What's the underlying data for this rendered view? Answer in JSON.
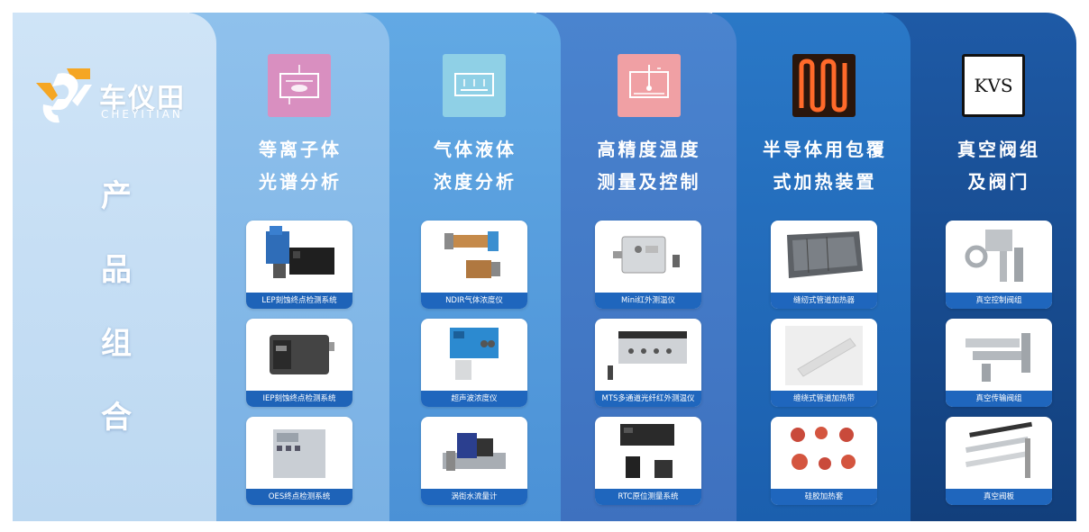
{
  "brand": {
    "name_cn": "车仪田",
    "name_en": "CHEYITIAN"
  },
  "vertical_title": [
    "产",
    "品",
    "组",
    "合"
  ],
  "colors": {
    "accent_orange": "#f5a623",
    "caption_blue": "#1e63b8"
  },
  "categories": [
    {
      "title_line1": "等离子体",
      "title_line2": "光谱分析",
      "icon": "plasma-chamber-icon",
      "products": [
        {
          "label": "LEP刻蚀终点检测系统",
          "image": "lep-system-image"
        },
        {
          "label": "IEP刻蚀终点检测系统",
          "image": "iep-system-image"
        },
        {
          "label": "OES终点检测系统",
          "image": "oes-system-image"
        }
      ]
    },
    {
      "title_line1": "气体液体",
      "title_line2": "浓度分析",
      "icon": "gas-cell-icon",
      "products": [
        {
          "label": "NDIR气体浓度仪",
          "image": "ndir-sensor-image"
        },
        {
          "label": "超声波浓度仪",
          "image": "ultrasonic-meter-image"
        },
        {
          "label": "涡街水流量计",
          "image": "vortex-flowmeter-image"
        }
      ]
    },
    {
      "title_line1": "高精度温度",
      "title_line2": "测量及控制",
      "icon": "thermometer-chamber-icon",
      "products": [
        {
          "label": "Mini红外测温仪",
          "image": "mini-ir-thermometer-image"
        },
        {
          "label": "MTS多通道光纤红外测温仪",
          "image": "mts-multichannel-image"
        },
        {
          "label": "RTC原位测量系统",
          "image": "rtc-system-image"
        }
      ]
    },
    {
      "title_line1": "半导体用包覆",
      "title_line2": "式加热装置",
      "icon": "heating-coil-icon",
      "products": [
        {
          "label": "缝纫式管道加热器",
          "image": "jacket-heater-image"
        },
        {
          "label": "缠绕式管道加热带",
          "image": "heating-tape-image"
        },
        {
          "label": "硅胶加热套",
          "image": "silicone-heater-image"
        }
      ]
    },
    {
      "title_line1": "真空阀组",
      "title_line2": "及阀门",
      "icon": "kvs-logo-icon",
      "icon_text": "KVS",
      "products": [
        {
          "label": "真空控制阀组",
          "image": "vacuum-control-valve-image"
        },
        {
          "label": "真空传输阀组",
          "image": "vacuum-transfer-valve-image"
        },
        {
          "label": "真空阀板",
          "image": "vacuum-valve-plate-image"
        }
      ]
    }
  ]
}
